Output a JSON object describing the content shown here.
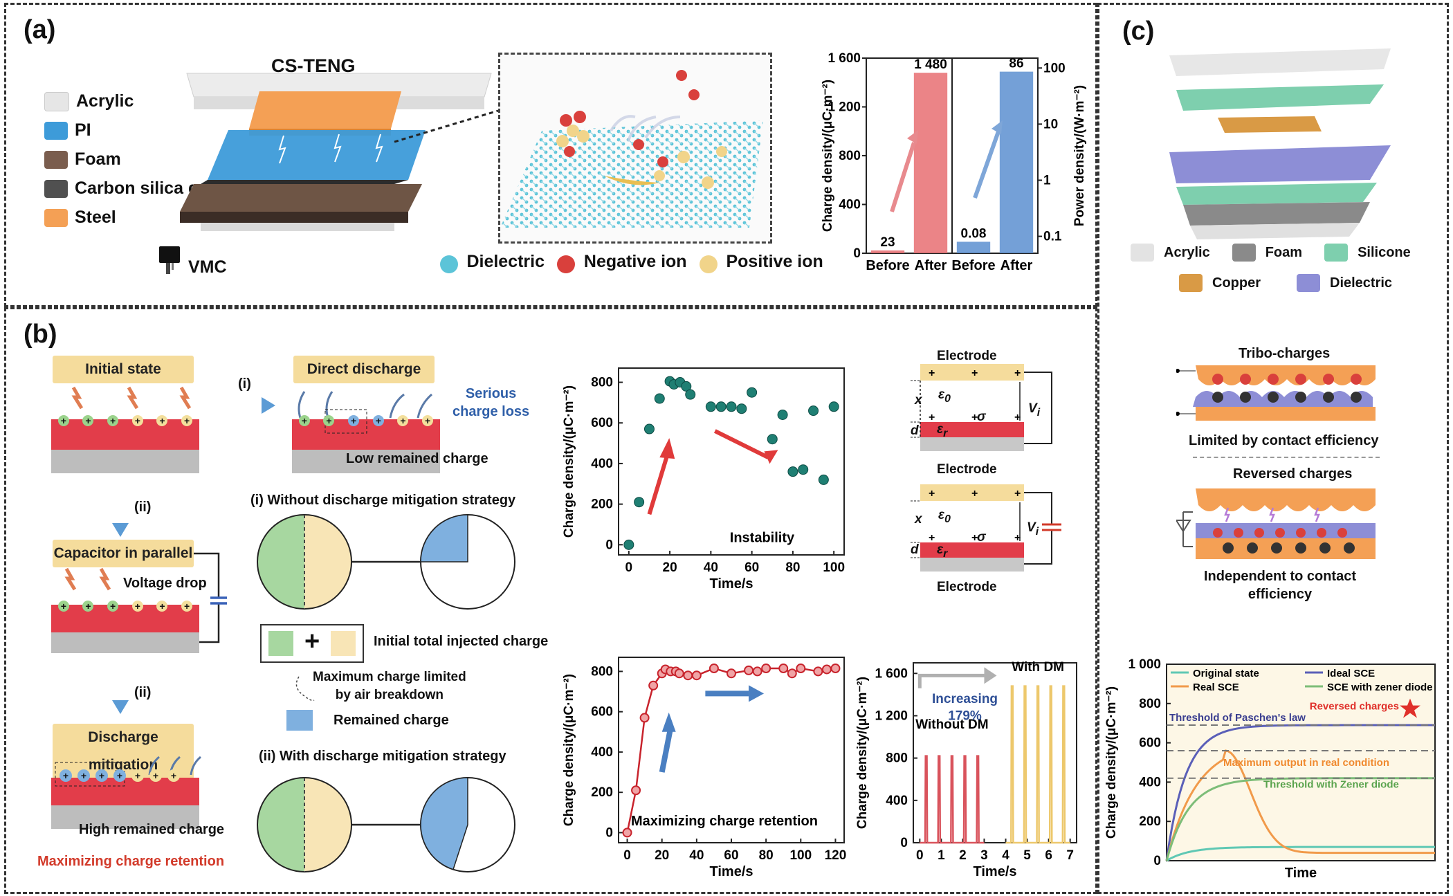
{
  "panels": {
    "a": "(a)",
    "b": "(b)",
    "c": "(c)"
  },
  "panel_a": {
    "device_title": "CS-TENG",
    "vmc_label": "VMC",
    "layer_legend": [
      {
        "label": "Acrylic",
        "color": "#e6e6e6"
      },
      {
        "label": "PI",
        "color": "#3d9bd9"
      },
      {
        "label": "Foam",
        "color": "#7a5d4e"
      },
      {
        "label": "Carbon silica gel",
        "color": "#505050"
      },
      {
        "label": "Steel",
        "color": "#f4a055"
      }
    ],
    "ion_legend": [
      {
        "label": "Dielectric",
        "color": "#5cc4d8"
      },
      {
        "label": "Negative ion",
        "color": "#d9403c"
      },
      {
        "label": "Positive ion",
        "color": "#f1d48a"
      }
    ]
  },
  "panel_b": {
    "initial_state": "Initial state",
    "direct_discharge": "Direct discharge",
    "step_i": "(i)",
    "step_ii_1": "(ii)",
    "step_ii_2": "(ii)",
    "serious_charge_loss": "Serious\ncharge loss",
    "low_remained": "Low remained charge",
    "capacitor_parallel": "Capacitor in parallel",
    "voltage_drop": "Voltage drop",
    "discharge_mitigation": "Discharge mitigation",
    "high_remained": "High remained charge",
    "maximizing_retention_label": "Maximizing charge retention",
    "without_strategy": "(i) Without discharge mitigation strategy",
    "with_strategy": "(ii) With discharge mitigation strategy",
    "initial_total": "Initial total injected charge",
    "max_limited": "Maximum charge limited\nby air breakdown",
    "remained_charge": "Remained charge",
    "pie_without_remained_fraction": 0.25,
    "pie_with_remained_fraction": 0.45,
    "electrode_top_1": "Electrode",
    "electrode_bottom_1": "Electrode",
    "electrode_bottom_2": "Electrode",
    "sym_x": "x",
    "sym_d": "d",
    "sym_e0": "ε",
    "sym_e0_sub": "0",
    "sym_er": "ε",
    "sym_er_sub": "r",
    "sym_sigma": "σ",
    "sym_v": "V",
    "sym_v_sub": "i"
  },
  "panel_c": {
    "legend": [
      {
        "label": "Acrylic",
        "color": "#e3e3e3"
      },
      {
        "label": "Foam",
        "color": "#8a8a8a"
      },
      {
        "label": "Silicone",
        "color": "#7ecfae"
      },
      {
        "label": "Copper",
        "color": "#d99a45"
      },
      {
        "label": "Dielectric",
        "color": "#8d8ed6"
      }
    ],
    "tribo_charges": "Tribo-charges",
    "limited_contact": "Limited by contact efficiency",
    "reversed_charges": "Reversed charges",
    "independent_contact": "Independent to contact\nefficiency"
  },
  "chart_data": [
    {
      "type": "bar",
      "categories": [
        "Before",
        "After",
        "Before",
        "After"
      ],
      "series": [
        {
          "name": "Charge density",
          "values": [
            23,
            1480
          ],
          "color": "#e86e72"
        },
        {
          "name": "Power density",
          "values": [
            0.08,
            86
          ],
          "color": "#5c8fd0"
        }
      ],
      "value_labels": [
        "23",
        "1 480",
        "0.08",
        "86"
      ],
      "ylabel": "Charge density/(μC·m⁻²)",
      "ylabel2": "Power density/(W·m⁻²)",
      "ylim": [
        0,
        1600
      ],
      "ylim2_log": [
        0.05,
        150
      ],
      "yticks": [
        "0",
        "400",
        "800",
        "1 200",
        "1 600"
      ],
      "yticks2": [
        "0.1",
        "1",
        "10",
        "100"
      ]
    },
    {
      "type": "scatter",
      "x": [
        0,
        5,
        10,
        15,
        20,
        22,
        25,
        28,
        30,
        40,
        45,
        50,
        55,
        60,
        70,
        75,
        80,
        85,
        90,
        95,
        100
      ],
      "y": [
        0,
        210,
        570,
        720,
        805,
        790,
        800,
        780,
        740,
        680,
        680,
        680,
        670,
        750,
        520,
        640,
        360,
        370,
        660,
        320,
        680
      ],
      "annotation": "Instability",
      "xlabel": "Time/s",
      "ylabel": "Charge density/(μC·m⁻²)",
      "xlim": [
        -5,
        105
      ],
      "ylim": [
        -50,
        870
      ],
      "xticks": [
        "0",
        "20",
        "40",
        "60",
        "80",
        "100"
      ],
      "yticks": [
        "0",
        "200",
        "400",
        "600",
        "800"
      ]
    },
    {
      "type": "line",
      "x": [
        0,
        5,
        10,
        15,
        20,
        22,
        25,
        28,
        30,
        35,
        40,
        50,
        60,
        70,
        75,
        80,
        90,
        95,
        100,
        110,
        115,
        120
      ],
      "y": [
        0,
        210,
        570,
        730,
        790,
        810,
        800,
        800,
        790,
        780,
        780,
        815,
        790,
        805,
        800,
        815,
        815,
        790,
        815,
        800,
        810,
        815
      ],
      "annotation": "Maximizing charge retention",
      "xlabel": "Time/s",
      "ylabel": "Charge density/(μC·m⁻²)",
      "xlim": [
        -5,
        125
      ],
      "ylim": [
        -50,
        870
      ],
      "xticks": [
        "0",
        "20",
        "40",
        "60",
        "80",
        "100",
        "120"
      ],
      "yticks": [
        "0",
        "200",
        "400",
        "600",
        "800"
      ]
    },
    {
      "type": "line",
      "series": [
        {
          "name": "Without DM",
          "peak": 820,
          "pulses": 5,
          "x_range": [
            0,
            3
          ]
        },
        {
          "name": "With DM",
          "peak": 1480,
          "pulses": 5,
          "x_range": [
            4,
            7
          ]
        }
      ],
      "annotation": "Increasing\n179%",
      "xlabel": "Time/s",
      "ylabel": "Charge density/(μC·m⁻²)",
      "xlim": [
        -0.3,
        7.3
      ],
      "ylim": [
        0,
        1700
      ],
      "xticks": [
        "0",
        "1",
        "2",
        "3",
        "4",
        "5",
        "6",
        "7"
      ],
      "yticks": [
        "0",
        "400",
        "800",
        "1 200",
        "1 600"
      ]
    },
    {
      "type": "line",
      "series": [
        {
          "name": "Original state",
          "color": "#5fc8b4",
          "plateau": 70
        },
        {
          "name": "Ideal SCE",
          "color": "#5a5fb8",
          "plateau": 690
        },
        {
          "name": "Real SCE",
          "color": "#f19a4a",
          "peak": 560,
          "final": 40
        },
        {
          "name": "SCE with zener diode",
          "color": "#7dbd78",
          "plateau": 420
        }
      ],
      "thresholds": [
        {
          "label": "Threshold of Paschen's law",
          "value": 690,
          "color": "#3a3e90"
        },
        {
          "label": "Maximum output in real condition",
          "value": 560,
          "color": "#f08a30"
        },
        {
          "label": "Threshold with Zener diode",
          "value": 420,
          "color": "#5aa34d"
        }
      ],
      "annotation": "Reversed charges",
      "xlabel": "Time",
      "ylabel": "Charge density/(μC·m⁻²)",
      "ylim": [
        0,
        1000
      ],
      "yticks": [
        "0",
        "200",
        "400",
        "600",
        "800",
        "1 000"
      ]
    }
  ]
}
